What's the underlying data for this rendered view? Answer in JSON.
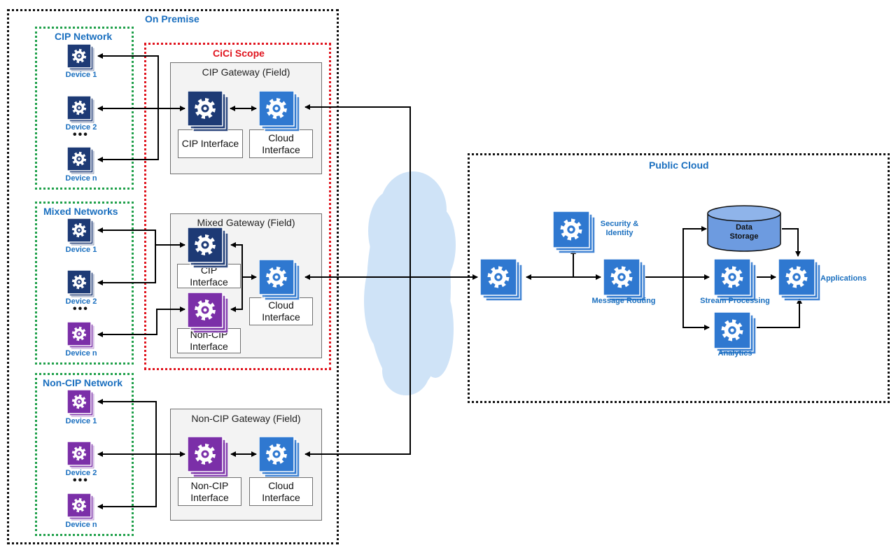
{
  "zones": {
    "on_premise": "On Premise",
    "public_cloud": "Public Cloud",
    "cici_scope": "CiCi Scope",
    "cip_network": "CIP Network",
    "mixed_networks": "Mixed Networks",
    "non_cip_network": "Non-CIP Network"
  },
  "devices": {
    "device_1": "Device 1",
    "device_2": "Device 2",
    "device_n": "Device n",
    "ellipsis": "•••"
  },
  "gateways": {
    "cip": {
      "title": "CIP Gateway (Field)",
      "iface_a": "CIP Interface",
      "iface_b": "Cloud\nInterface"
    },
    "mixed": {
      "title": "Mixed Gateway (Field)",
      "iface_a": "CIP\nInterface",
      "iface_c": "Non-CIP\nInterface",
      "iface_b": "Cloud\nInterface"
    },
    "noncip": {
      "title": "Non-CIP Gateway (Field)",
      "iface_a": "Non-CIP\nInterface",
      "iface_b": "Cloud\nInterface"
    }
  },
  "cloud": {
    "security": "Security &\nIdentity",
    "routing": "Message Routing",
    "storage": "Data\nStorage",
    "stream": "Stream Processing",
    "analytics": "Analytics",
    "applications": "Applications"
  },
  "colors": {
    "navy": "#1d3a75",
    "purple": "#7b2fa8",
    "azure": "#2f78d0",
    "label_blue": "#1a6fbf",
    "cloud_fill": "#cfe3f7"
  }
}
